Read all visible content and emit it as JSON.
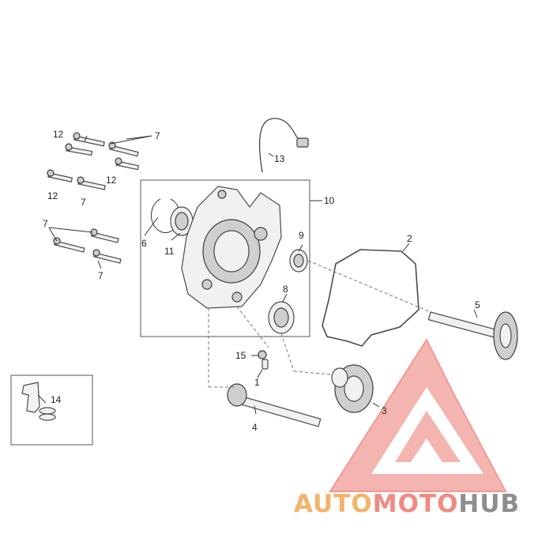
{
  "callouts": {
    "c1": "1",
    "c2": "2",
    "c3": "3",
    "c4": "4",
    "c5": "5",
    "c6": "6",
    "c7a": "7",
    "c7b": "7",
    "c7c": "7",
    "c7d": "7",
    "c8": "8",
    "c9": "9",
    "c10": "10",
    "c11": "11",
    "c12a": "12",
    "c12b": "12",
    "c12c": "12",
    "c13": "13",
    "c14": "14",
    "c15": "15"
  },
  "watermark": {
    "part1": "AUTO",
    "part2": "MOTO",
    "part3": "HUB",
    "color_salmon": "#f08a82",
    "color_orange": "#f4b26a",
    "color_gray": "#8e8e8e"
  }
}
